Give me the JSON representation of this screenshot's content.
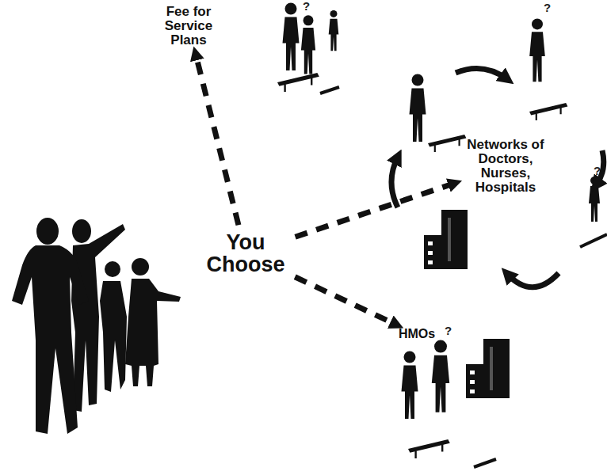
{
  "diagram": {
    "nodes": [
      {
        "text": [
          "Fee for Service Plans"
        ]
      },
      {
        "text": [
          "Networks of Doctors, Nurses, Hospitals"
        ]
      },
      {
        "text": [
          "You Choose"
        ]
      },
      {
        "text": [
          "HMOs"
        ]
      }
    ],
    "edges": [
      {
        "from": 2,
        "to": 0,
        "arrow": "to"
      },
      {
        "from": 2,
        "to": 1,
        "arrow": "to"
      },
      {
        "from": 2,
        "to": 3,
        "arrow": "to"
      }
    ],
    "labels": [
      "?",
      "?",
      "?",
      "?"
    ]
  }
}
